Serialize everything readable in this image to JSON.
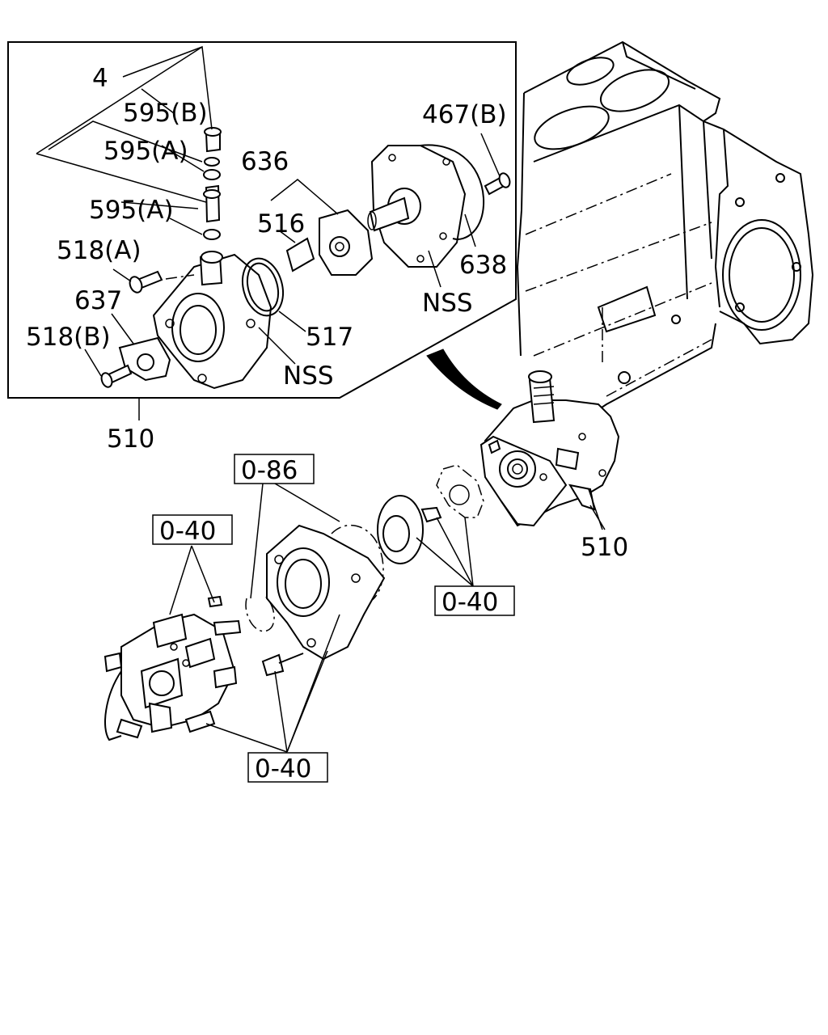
{
  "callouts": {
    "c4": "4",
    "c595b": "595(B)",
    "c595a_1": "595(A)",
    "c595a_2": "595(A)",
    "c636": "636",
    "c516": "516",
    "c467b": "467(B)",
    "c638": "638",
    "c518a": "518(A)",
    "c637": "637",
    "c518b": "518(B)",
    "c517": "517",
    "c_nss_1": "NSS",
    "c_nss_2": "NSS",
    "c510_inset": "510",
    "c510_main": "510"
  },
  "references": {
    "r086": "0-86",
    "r040_pump": "0-40",
    "r040_coupling": "0-40",
    "r040_bolts": "0-40"
  }
}
